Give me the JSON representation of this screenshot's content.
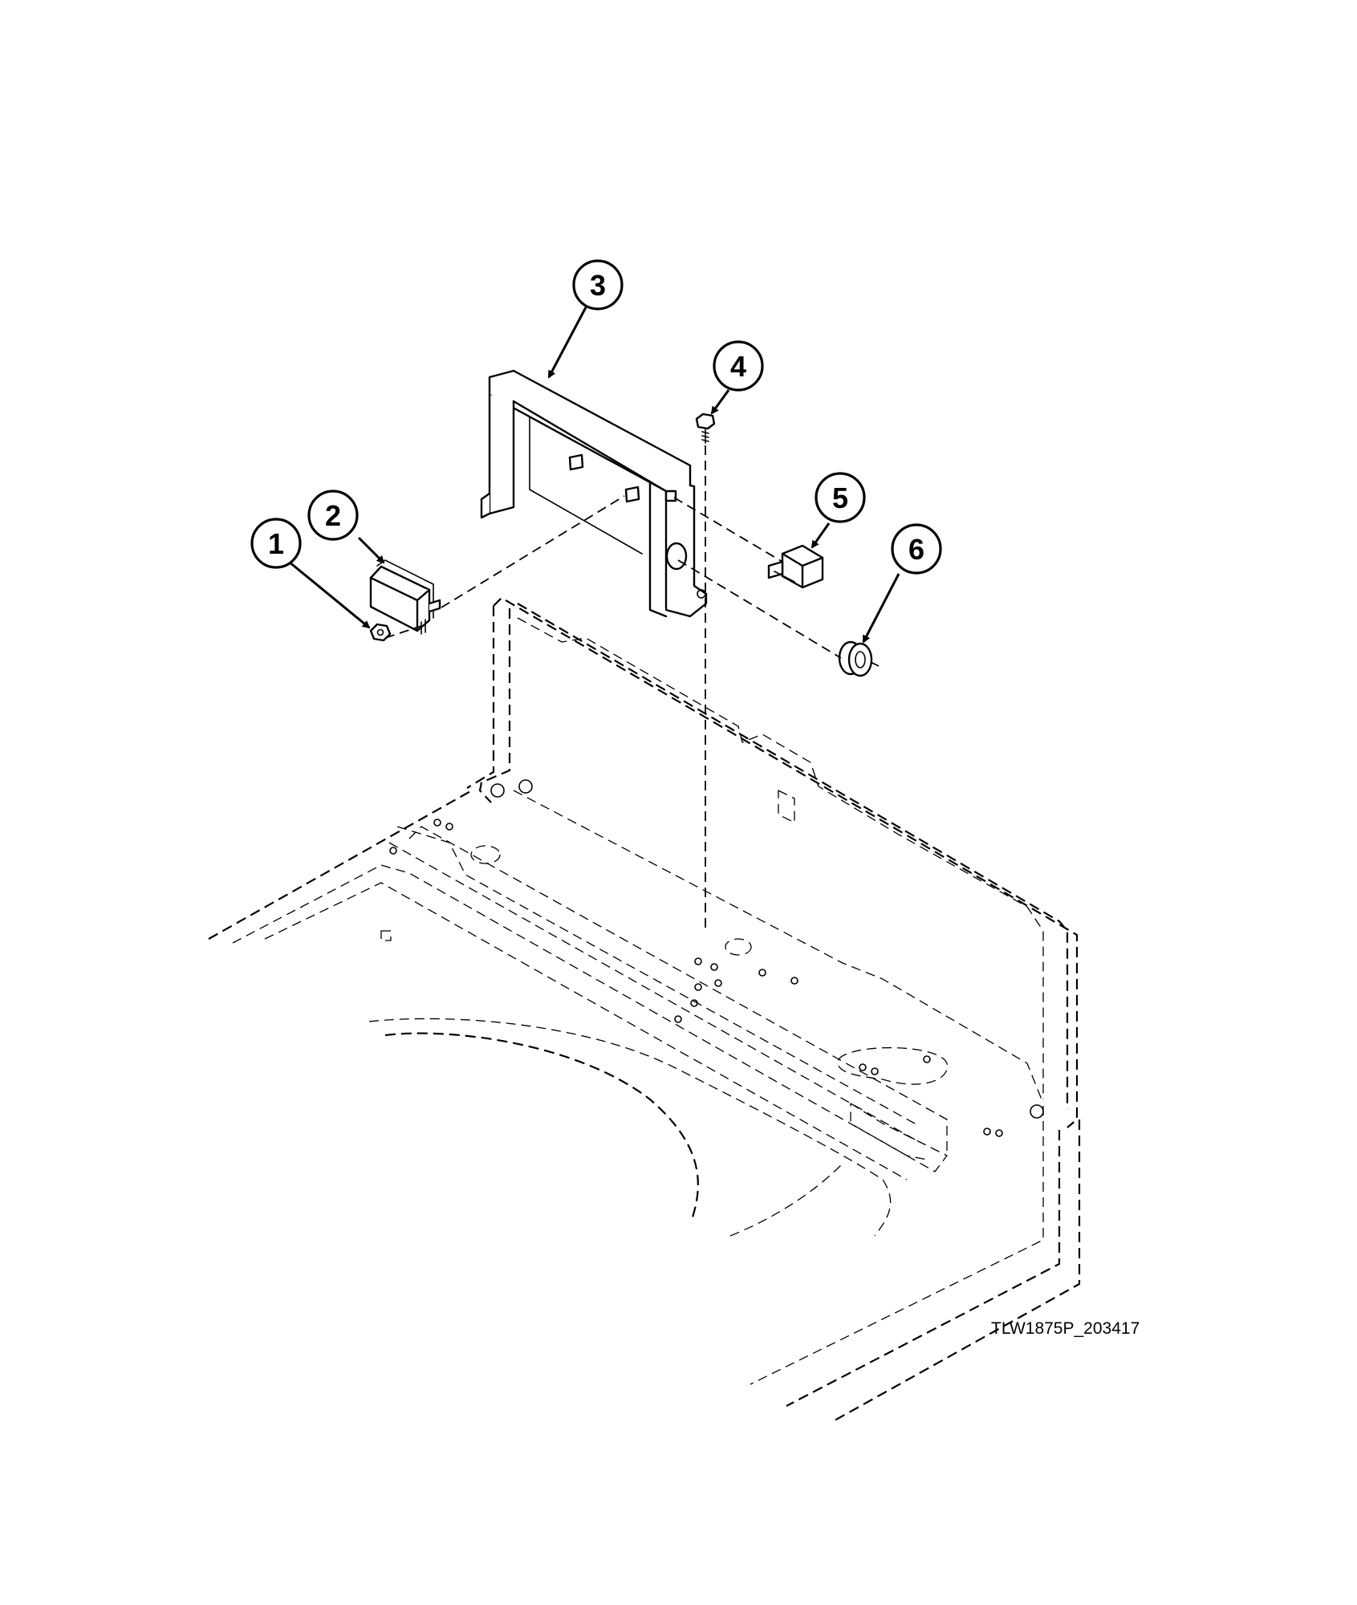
{
  "diagram": {
    "drawing_id": "TLW1875P_203417",
    "callouts": [
      {
        "label": "1"
      },
      {
        "label": "2"
      },
      {
        "label": "3"
      },
      {
        "label": "4"
      },
      {
        "label": "5"
      },
      {
        "label": "6"
      }
    ]
  }
}
